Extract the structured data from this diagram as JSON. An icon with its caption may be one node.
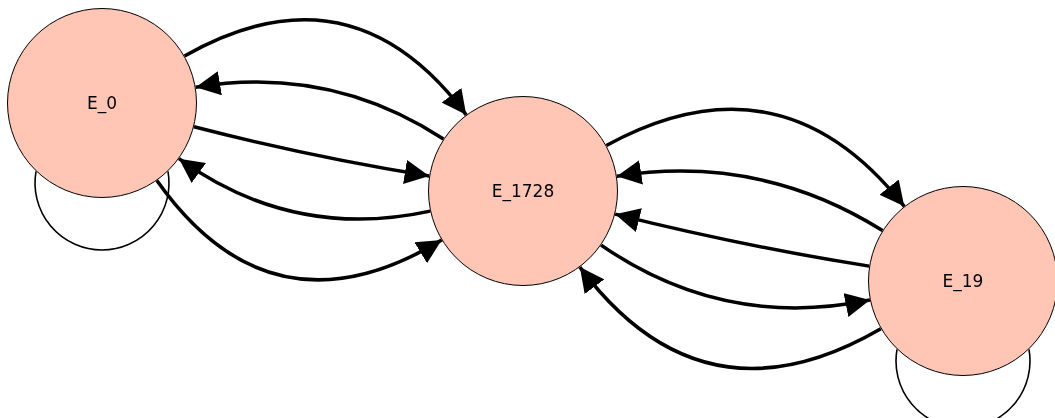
{
  "diagram": {
    "nodes": [
      {
        "text": [
          "E_0"
        ]
      },
      {
        "text": [
          "E_1728"
        ]
      },
      {
        "text": [
          "E_19"
        ]
      }
    ],
    "edges": [
      {
        "from": 0,
        "to": 1,
        "arrow": "to"
      },
      {
        "from": 1,
        "to": 0,
        "arrow": "to"
      },
      {
        "from": 0,
        "to": 1,
        "arrow": "to"
      },
      {
        "from": 1,
        "to": 0,
        "arrow": "to"
      },
      {
        "from": 0,
        "to": 1,
        "arrow": "to"
      },
      {
        "from": 0,
        "to": 0,
        "arrow": "none"
      },
      {
        "from": 1,
        "to": 2,
        "arrow": "to"
      },
      {
        "from": 2,
        "to": 1,
        "arrow": "to"
      },
      {
        "from": 2,
        "to": 1,
        "arrow": "to"
      },
      {
        "from": 1,
        "to": 2,
        "arrow": "to"
      },
      {
        "from": 2,
        "to": 1,
        "arrow": "to"
      },
      {
        "from": 2,
        "to": 2,
        "arrow": "none"
      }
    ]
  }
}
